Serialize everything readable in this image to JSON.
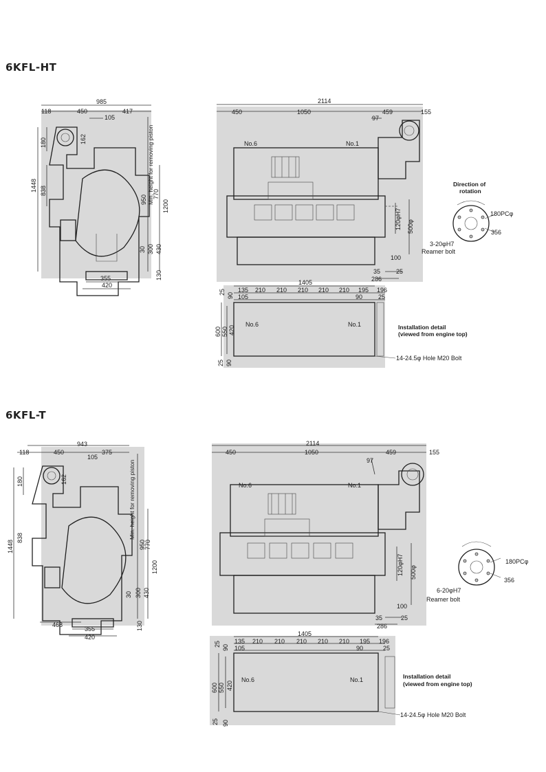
{
  "sections": [
    {
      "title": "6KFL-HT",
      "side_view": {
        "dims": [
          "985",
          "118",
          "450",
          "417",
          "105",
          "180",
          "162",
          "1448",
          "838",
          "950",
          "770",
          "1200",
          "30",
          "300",
          "430",
          "130",
          "355",
          "420"
        ],
        "vertical_label": "Min. height for removing piston"
      },
      "front_view": {
        "dims": [
          "2114",
          "450",
          "1050",
          "459",
          "155",
          "97",
          "120φH7",
          "500φ",
          "100",
          "35",
          "25",
          "286"
        ],
        "cyl_left": "No.6",
        "cyl_right": "No.1"
      },
      "rotation": {
        "title_line1": "Direction of",
        "title_line2": "rotation",
        "pcd": "180PCφ",
        "dia": "356",
        "bolt_line1": "3-20φH7",
        "bolt_line2": "Reamer bolt"
      },
      "install": {
        "dims_top": [
          "1405",
          "135",
          "210",
          "210",
          "210",
          "210",
          "210",
          "195",
          "196",
          "105",
          "90",
          "25"
        ],
        "dims_left": [
          "25",
          "90",
          "600",
          "550",
          "420",
          "25",
          "90"
        ],
        "cyl_left": "No.6",
        "cyl_right": "No.1",
        "caption_line1": "Installation detail",
        "caption_line2": "(viewed from engine top)",
        "hole": "14-24.5φ Hole M20 Bolt"
      }
    },
    {
      "title": "6KFL-T",
      "side_view": {
        "dims": [
          "943",
          "118",
          "450",
          "375",
          "105",
          "180",
          "162",
          "1448",
          "838",
          "950",
          "770",
          "1200",
          "30",
          "300",
          "430",
          "130",
          "468",
          "355",
          "420"
        ],
        "vertical_label": "Min. height for removing piston"
      },
      "front_view": {
        "dims": [
          "2114",
          "450",
          "1050",
          "459",
          "155",
          "97",
          "120φH7",
          "500φ",
          "100",
          "35",
          "25",
          "286"
        ],
        "cyl_left": "No.6",
        "cyl_right": "No.1"
      },
      "rotation": {
        "pcd": "180PCφ",
        "dia": "356",
        "bolt_line1": "6-20φH7",
        "bolt_line2": "Reamer bolt"
      },
      "install": {
        "dims_top": [
          "1405",
          "135",
          "210",
          "210",
          "210",
          "210",
          "210",
          "195",
          "196",
          "105",
          "90",
          "25"
        ],
        "dims_left": [
          "25",
          "90",
          "600",
          "550",
          "420",
          "25",
          "90"
        ],
        "cyl_left": "No.6",
        "cyl_right": "No.1",
        "caption_line1": "Installation detail",
        "caption_line2": "(viewed from engine top)",
        "hole": "14-24.5φ Hole M20 Bolt"
      }
    }
  ]
}
